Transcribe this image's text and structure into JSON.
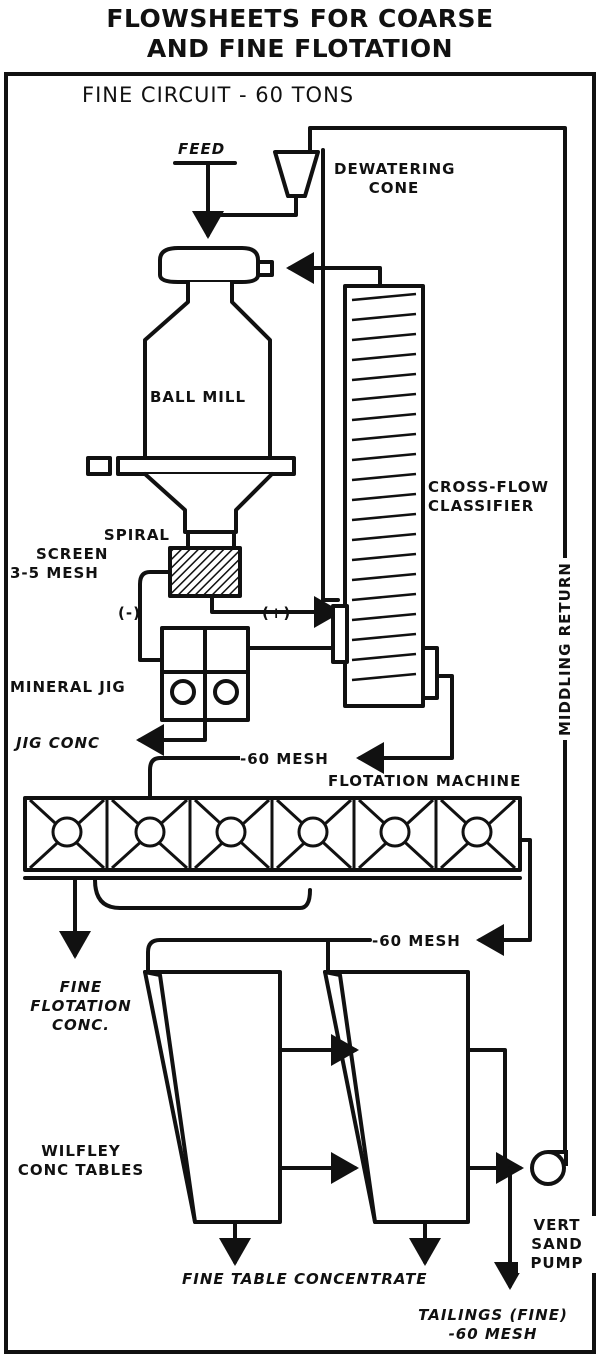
{
  "title": {
    "line1": "FLOWSHEETS FOR COARSE",
    "line2": "AND FINE FLOTATION"
  },
  "circuit_label": "FINE CIRCUIT - 60 TONS",
  "labels": {
    "feed": "FEED",
    "dewatering_cone": [
      "DEWATERING",
      "CONE"
    ],
    "ball_mill": "BALL MILL",
    "cross_flow_classifier": [
      "CROSS-FLOW",
      "CLASSIFIER"
    ],
    "spiral_screen": [
      "SPIRAL",
      "SCREEN",
      "3-5 MESH"
    ],
    "minus": "(-)",
    "plus": "(+)",
    "mineral_jig": "MINERAL JIG",
    "jig_conc": "JIG CONC",
    "mesh_60_a": "-60 MESH",
    "flotation_machine": "FLOTATION MACHINE",
    "mesh_60_b": "-60 MESH",
    "fine_flotation_conc": [
      "FINE",
      "FLOTATION",
      "CONC."
    ],
    "wilfley_tables": [
      "WILFLEY",
      "CONC TABLES"
    ],
    "middling_return": "MIDDLING RETURN",
    "fine_table_concentrate": "FINE TABLE CONCENTRATE",
    "vert_sand_pump": [
      "VERT",
      "SAND",
      "PUMP"
    ],
    "tailings": [
      "TAILINGS (FINE)",
      "-60 MESH"
    ]
  },
  "icons": {
    "arrow": "arrowhead",
    "flotation_cell": "flotation-cell-rotor",
    "pump": "centrifugal-pump"
  }
}
